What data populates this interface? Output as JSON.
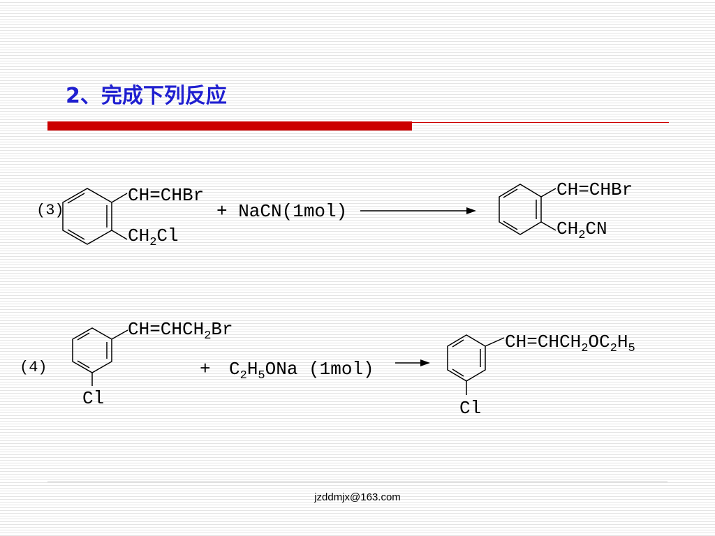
{
  "slide": {
    "title": "2、完成下列反应",
    "footer": "jzddmjx@163.com"
  },
  "reactions": [
    {
      "label": "(3)",
      "reactant": {
        "substituent_top": "CH=CHBr",
        "substituent_bottom": [
          "CH",
          "2",
          "Cl"
        ]
      },
      "plus_reagent": "+ NaCN(1mol)",
      "product": {
        "substituent_top": "CH=CHBr",
        "substituent_bottom": [
          "CH",
          "2",
          "CN"
        ]
      }
    },
    {
      "label": "(4)",
      "reactant": {
        "substituent_top": [
          "CH=CHCH",
          "2",
          "Br"
        ],
        "substituent_bottom": "Cl"
      },
      "plus": "+",
      "reagent": [
        "C",
        "2",
        "H",
        "5",
        "ONa (1mol)"
      ],
      "product": {
        "substituent_top": [
          "CH=CHCH",
          "2",
          "OC",
          "2",
          "H",
          "5"
        ],
        "substituent_bottom": "Cl"
      }
    }
  ]
}
